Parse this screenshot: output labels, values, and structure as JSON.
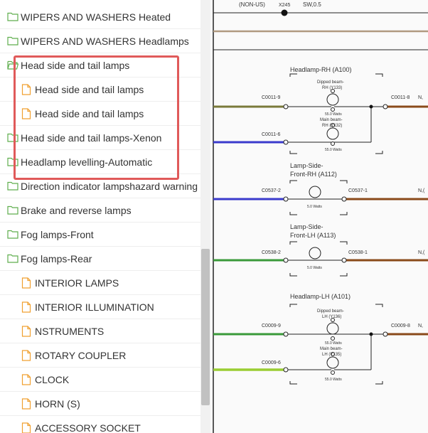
{
  "tree": {
    "items": [
      {
        "label": "WIPERS AND WASHERS Heated",
        "type": "folder"
      },
      {
        "label": "WIPERS AND WASHERS Headlamps",
        "type": "folder"
      },
      {
        "label": "Head side and tail lamps",
        "type": "folder-open"
      },
      {
        "label": "Head side and tail lamps",
        "type": "file"
      },
      {
        "label": "Head side and tail lamps",
        "type": "file"
      },
      {
        "label": "Head side and tail lamps-Xenon",
        "type": "folder"
      },
      {
        "label": "Headlamp levelling-Automatic",
        "type": "folder"
      },
      {
        "label": "Direction indicator lampshazard warning",
        "type": "folder"
      },
      {
        "label": "Brake and reverse lamps",
        "type": "folder"
      },
      {
        "label": "Fog lamps-Front",
        "type": "folder"
      },
      {
        "label": "Fog lamps-Rear",
        "type": "folder"
      },
      {
        "label": "INTERIOR LAMPS",
        "type": "file"
      },
      {
        "label": "INTERIOR ILLUMINATION",
        "type": "file"
      },
      {
        "label": "NSTRUMENTS",
        "type": "file"
      },
      {
        "label": "ROTARY COUPLER",
        "type": "file"
      },
      {
        "label": "CLOCK",
        "type": "file"
      },
      {
        "label": "HORN (S)",
        "type": "file"
      },
      {
        "label": "ACCESSORY SOCKET",
        "type": "file"
      }
    ],
    "highlight_color": "#e05a5a",
    "folder_color": "#5fae4d",
    "file_color": "#f0a030"
  },
  "diagram": {
    "top_labels": {
      "non_us": "(NON-US)",
      "x245": "X245",
      "sw": "SW,0.5"
    },
    "headlamp_rh": {
      "title": "Headlamp-RH (A100)",
      "dipped": "Dipped beam-",
      "dipped_id": "RH (Y133)",
      "main": "Main beam-",
      "main_id": "RH (Y132)",
      "watt1": "55.0 Watts",
      "watt2": "55.0 Watts",
      "conn_in1": "C0011-9",
      "conn_in2": "C0011-6",
      "conn_out": "C0011-8",
      "end_label": "N,"
    },
    "lamp_side_rh": {
      "title1": "Lamp-Side-",
      "title2": "Front-RH (A112)",
      "conn_in": "C0537-2",
      "conn_out": "C0537-1",
      "watt": "5.0 Watts",
      "end_label": "N,("
    },
    "lamp_side_lh": {
      "title1": "Lamp-Side-",
      "title2": "Front-LH (A113)",
      "conn_in": "C0538-2",
      "conn_out": "C0538-1",
      "watt": "5.0 Watts",
      "end_label": "N,("
    },
    "headlamp_lh": {
      "title": "Headlamp-LH (A101)",
      "dipped": "Dipped beam-",
      "dipped_id": "LH (Y136)",
      "main": "Main beam-",
      "main_id": "LH (Y135)",
      "watt1": "55.0 Watts",
      "watt2": "55.0 Watts",
      "conn_in1": "C0009-9",
      "conn_in2": "C0009-6",
      "conn_out": "C0009-8",
      "end_label": "N,"
    },
    "wire_colors": {
      "olive": "#7a7a3a",
      "blue": "#3a3acc",
      "brown": "#8a4a1a",
      "green": "#3a9a3a",
      "lime": "#9acd32",
      "tan": "#b09a80"
    }
  }
}
